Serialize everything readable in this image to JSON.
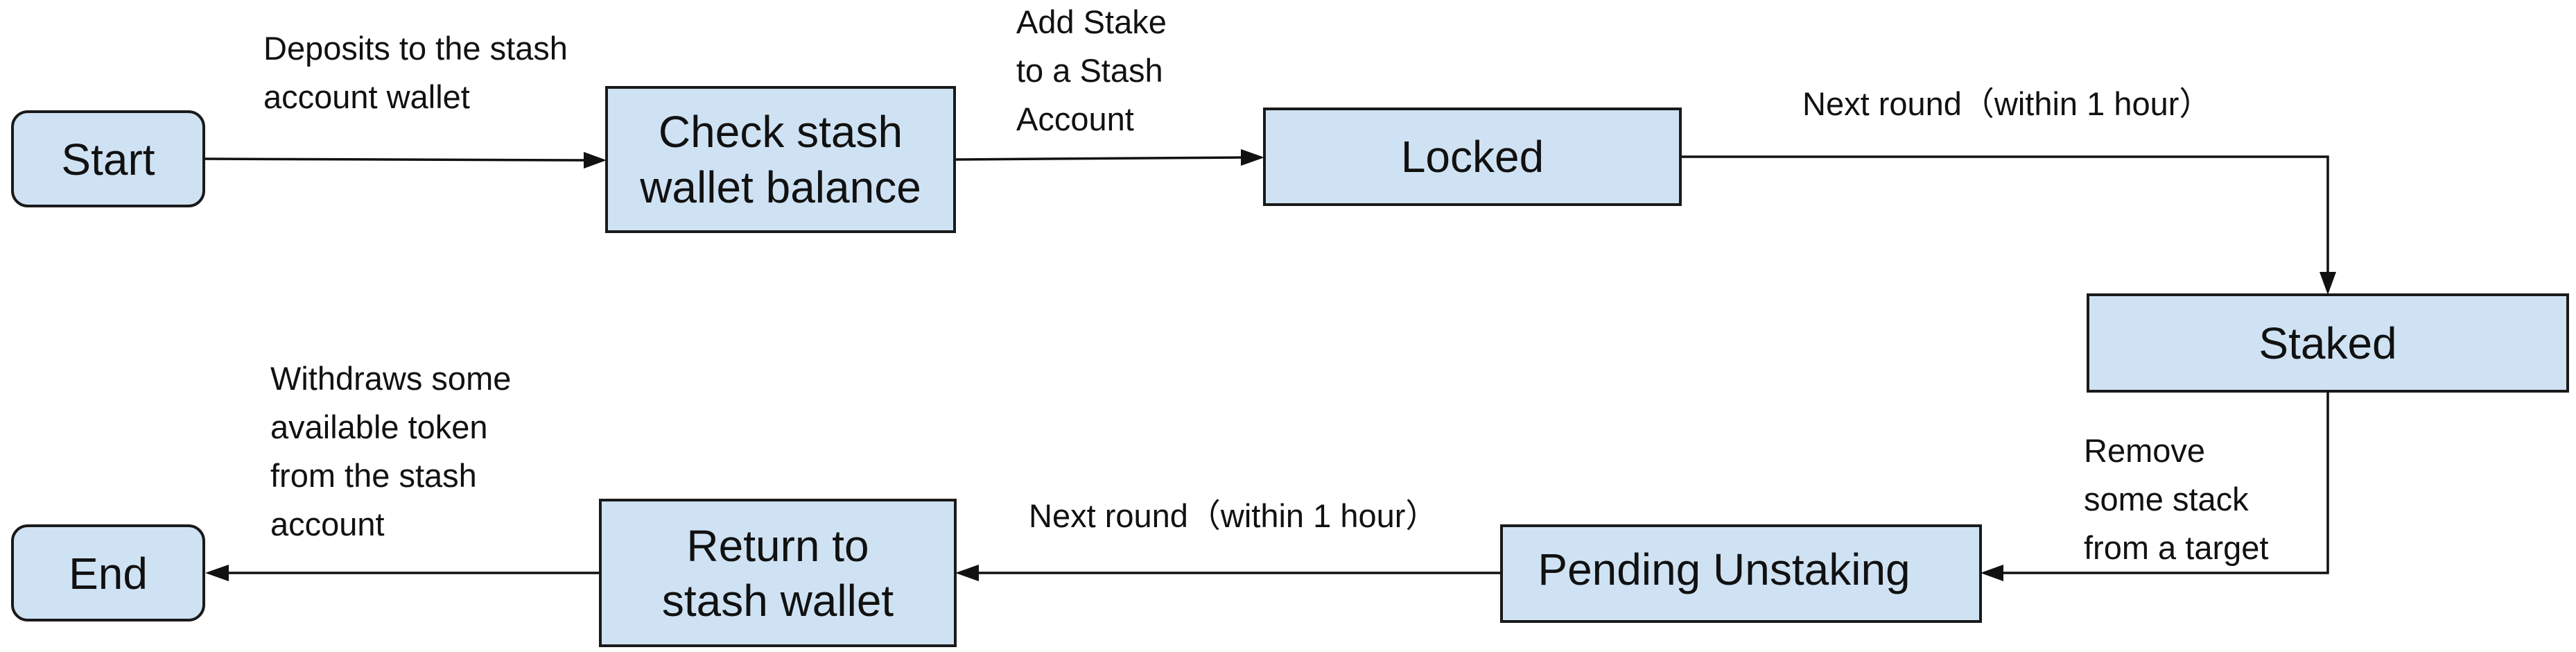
{
  "nodes": {
    "start": {
      "label": "Start"
    },
    "check_balance": {
      "line1": "Check stash",
      "line2": "wallet balance"
    },
    "locked": {
      "label": "Locked"
    },
    "staked": {
      "label": "Staked"
    },
    "pending_unstaking": {
      "label": "Pending Unstaking"
    },
    "return_wallet": {
      "line1": "Return to",
      "line2": "stash wallet"
    },
    "end": {
      "label": "End"
    }
  },
  "edges": {
    "start_to_check": {
      "lines": [
        "Deposits to the stash",
        "account wallet"
      ]
    },
    "check_to_locked": {
      "lines": [
        "Add Stake",
        "to a Stash",
        "Account"
      ]
    },
    "locked_to_staked": {
      "lines": [
        "Next round（within 1 hour）"
      ]
    },
    "staked_to_pending": {
      "lines": [
        "Remove",
        "some stack",
        "from a target"
      ]
    },
    "pending_to_return": {
      "lines": [
        "Next round（within 1 hour）"
      ]
    },
    "return_to_end": {
      "lines": [
        "Withdraws some",
        "available token",
        "from the stash",
        "account"
      ]
    }
  },
  "colors": {
    "node_fill": "#cfe2f3",
    "node_stroke": "#1a1a1a",
    "line": "#111111"
  }
}
